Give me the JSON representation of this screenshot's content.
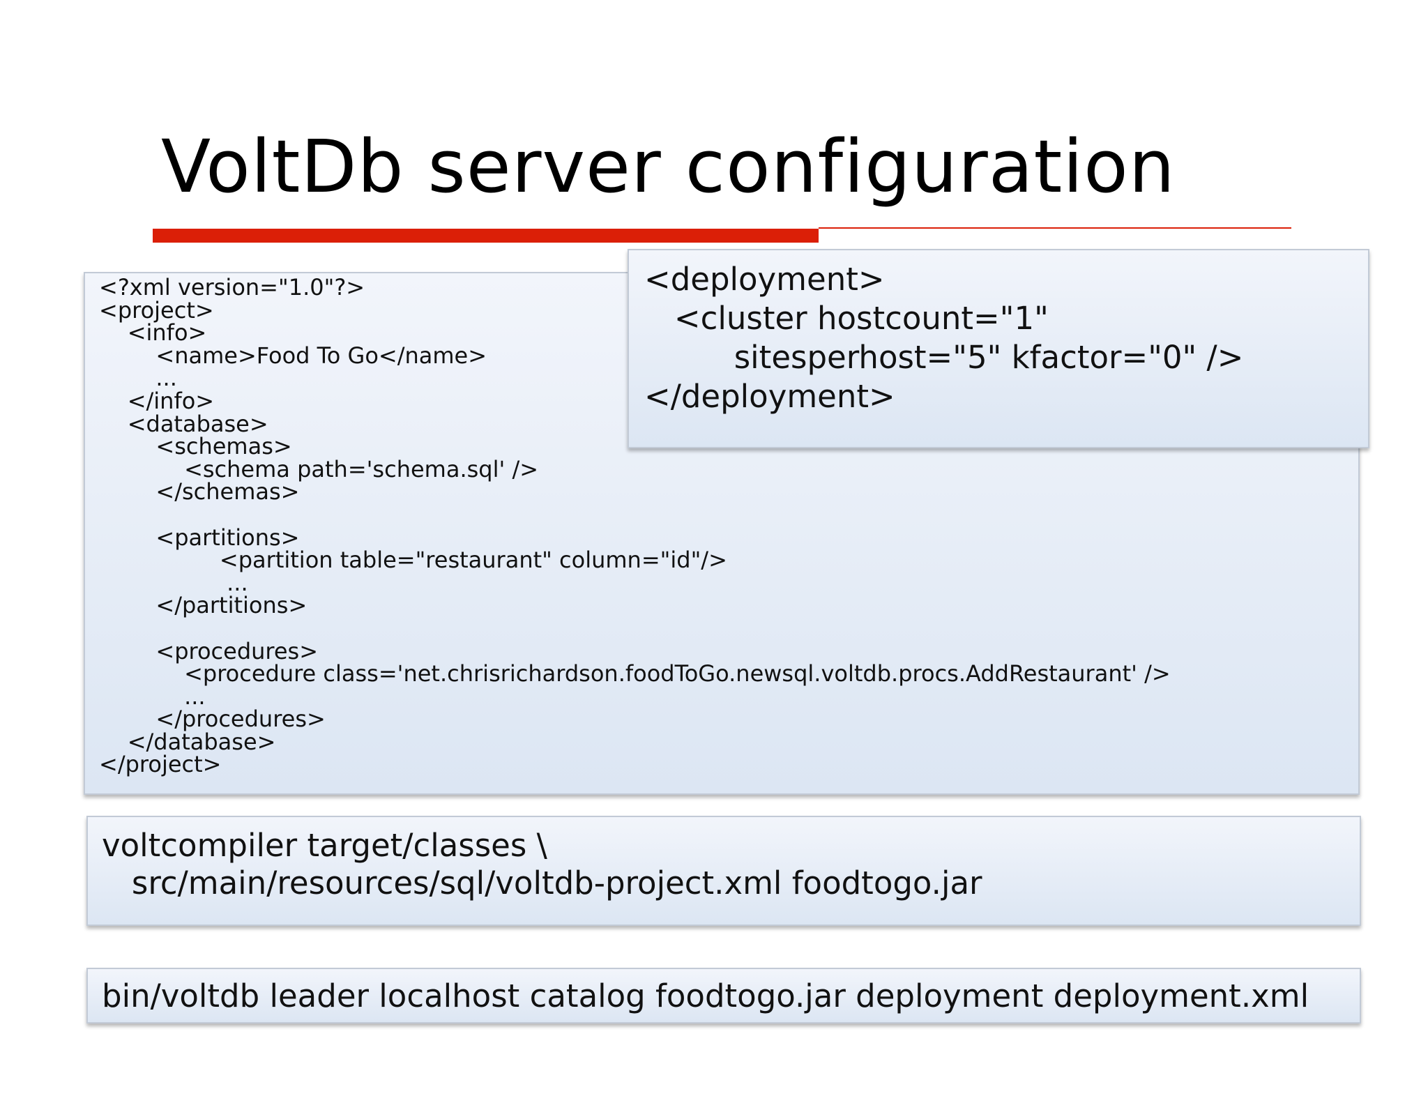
{
  "slide": {
    "title": "VoltDb server configuration"
  },
  "project_xml": {
    "lines": [
      "<?xml version=\"1.0\"?>",
      "<project>",
      "    <info>",
      "        <name>Food To Go</name>",
      "        ...",
      "    </info>",
      "    <database>",
      "        <schemas>",
      "            <schema path='schema.sql' />",
      "        </schemas>",
      "",
      "        <partitions>",
      "                 <partition table=\"restaurant\" column=\"id\"/>",
      "                  ...",
      "        </partitions>",
      "",
      "        <procedures>",
      "            <procedure class='net.chrisrichardson.foodToGo.newsql.voltdb.procs.AddRestaurant' />",
      "            ...",
      "        </procedures>",
      "    </database>",
      "</project>"
    ]
  },
  "deployment_xml": {
    "lines": [
      "<deployment>",
      "   <cluster hostcount=\"1\"",
      "         sitesperhost=\"5\" kfactor=\"0\" />",
      "</deployment>"
    ]
  },
  "compile_command": {
    "lines": [
      "voltcompiler target/classes \\",
      "   src/main/resources/sql/voltdb-project.xml foodtogo.jar"
    ]
  },
  "run_command": {
    "text": "bin/voltdb leader localhost catalog foodtogo.jar deployment deployment.xml"
  }
}
